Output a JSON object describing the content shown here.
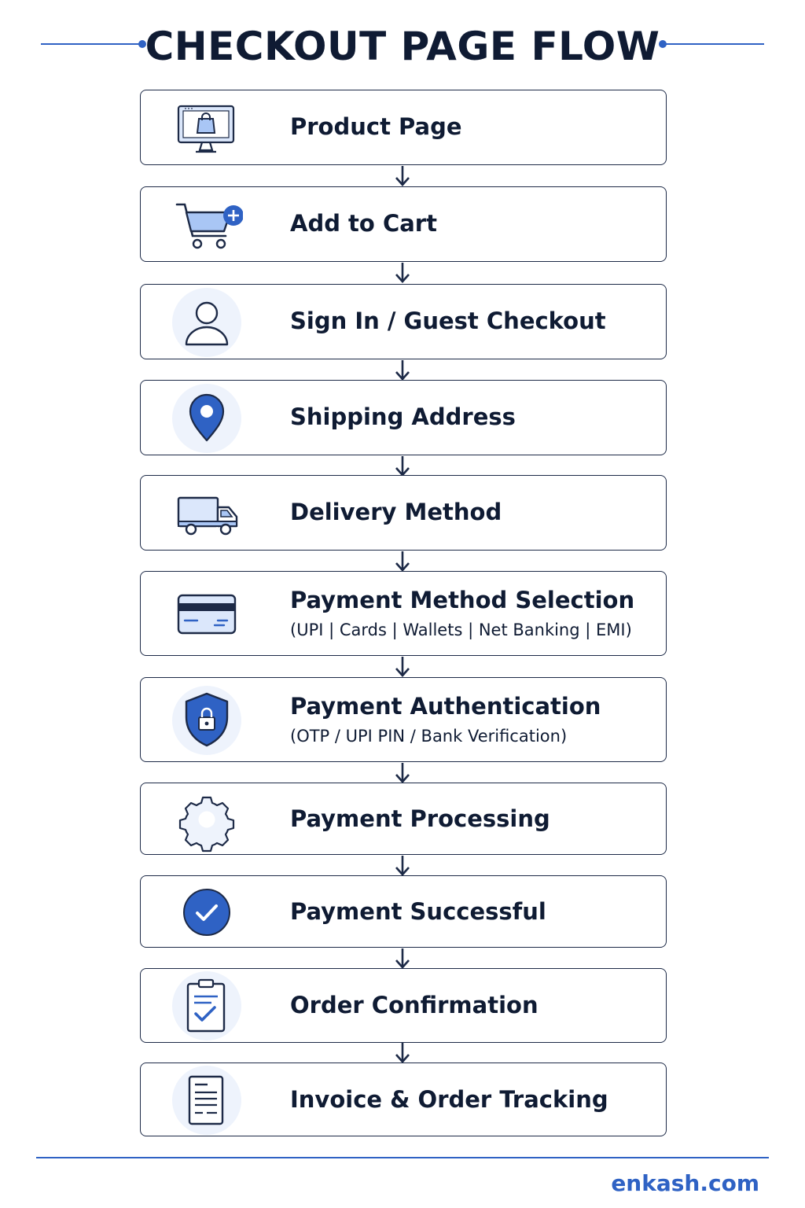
{
  "title": "CHECKOUT PAGE FLOW",
  "colors": {
    "accent": "#2f62c4",
    "ink": "#0f1b33",
    "icon_fill": "#a9c6f5"
  },
  "steps": [
    {
      "label": "Product Page",
      "icon": "monitor-shopping-bag-icon"
    },
    {
      "label": "Add to Cart",
      "icon": "cart-add-icon"
    },
    {
      "label": "Sign In / Guest Checkout",
      "icon": "user-icon"
    },
    {
      "label": "Shipping Address",
      "icon": "location-pin-icon"
    },
    {
      "label": "Delivery Method",
      "icon": "truck-icon"
    },
    {
      "label": "Payment Method Selection",
      "sublabel": "(UPI | Cards | Wallets | Net Banking | EMI)",
      "icon": "credit-card-icon"
    },
    {
      "label": "Payment Authentication",
      "sublabel": "(OTP / UPI PIN / Bank Verification)",
      "icon": "shield-lock-icon"
    },
    {
      "label": "Payment Processing",
      "icon": "gear-icon"
    },
    {
      "label": "Payment Successful",
      "icon": "check-circle-icon"
    },
    {
      "label": "Order Confirmation",
      "icon": "clipboard-check-icon"
    },
    {
      "label": "Invoice & Order Tracking",
      "icon": "invoice-icon"
    }
  ],
  "footer": {
    "brand": "enkash.com"
  }
}
